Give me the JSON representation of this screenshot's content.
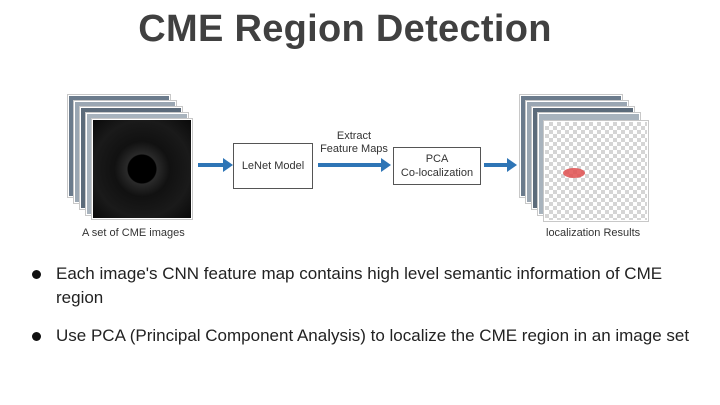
{
  "title": "CME Region Detection",
  "diagram": {
    "input_caption": "A set of CME images",
    "model_label": "LeNet Model",
    "feature_label_line1": "Extract",
    "feature_label_line2": "Feature Maps",
    "pca_line1": "PCA",
    "pca_line2": "Co-localization",
    "output_caption": "localization Results",
    "arrow_color": "#2e75b6",
    "stack_colors": [
      "#6b7b8c",
      "#9aa6b2",
      "#5c6b7a",
      "#a8b3bd"
    ],
    "highlight_color": "#e05050"
  },
  "bullets": [
    "Each image's CNN feature map contains high level semantic information of CME region",
    "Use PCA (Principal Component Analysis) to localize the CME region in an image set"
  ]
}
